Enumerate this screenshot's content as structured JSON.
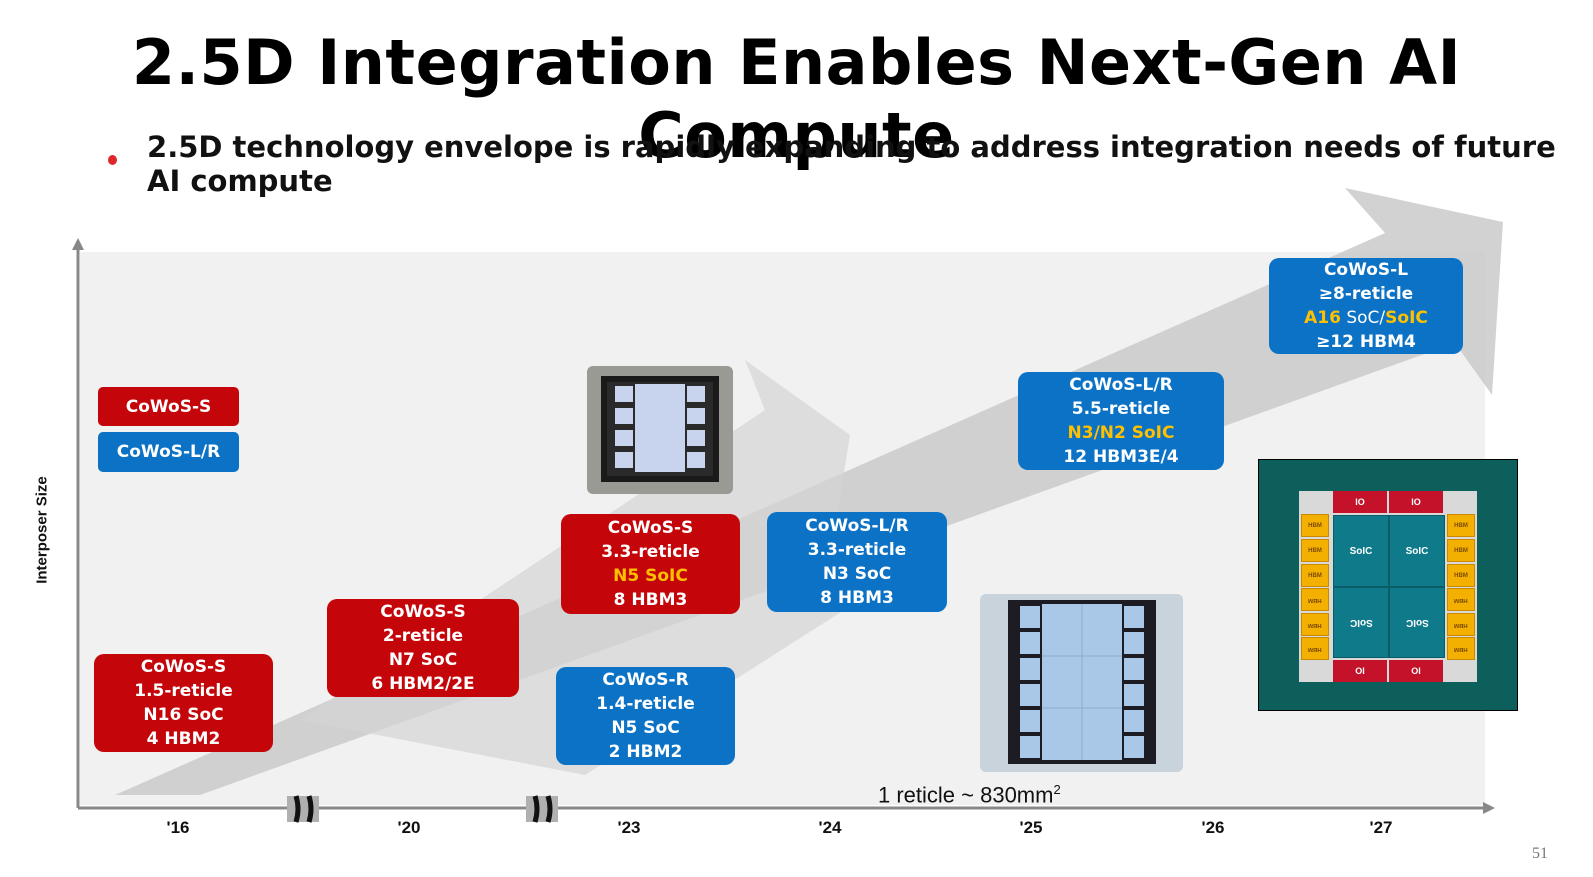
{
  "title": "2.5D Integration Enables Next-Gen AI Compute",
  "bullet": "2.5D technology envelope is rapidly expanding to address integration needs of future AI compute",
  "y_axis_label": "Interposer Size",
  "legend": {
    "cowos_s": "CoWoS-S",
    "cowos_lr": "CoWoS-L/R"
  },
  "x_ticks": [
    "'16",
    "'20",
    "'23",
    "'24",
    "'25",
    "'26",
    "'27"
  ],
  "reticle_note": {
    "text": "1 reticle ~ 830mm",
    "sup": "2"
  },
  "page_number": "51",
  "boxes": {
    "b16": [
      "CoWoS-S",
      "1.5-reticle",
      "N16 SoC",
      "4 HBM2"
    ],
    "b20": [
      "CoWoS-S",
      "2-reticle",
      "N7 SoC",
      "6 HBM2/2E"
    ],
    "b23s": [
      "CoWoS-S",
      "3.3-reticle",
      "N5 SoIC",
      "8 HBM3"
    ],
    "b23r": [
      "CoWoS-R",
      "1.4-reticle",
      "N5 SoC",
      "2 HBM2"
    ],
    "b24": [
      "CoWoS-L/R",
      "3.3-reticle",
      "N3 SoC",
      "8 HBM3"
    ],
    "b25": [
      "CoWoS-L/R",
      "5.5-reticle",
      "N3/N2 SoIC",
      "12 HBM3E/4"
    ],
    "b27": {
      "l1": "CoWoS-L",
      "l2": "≥8-reticle",
      "l3a": "A16",
      "l3b": " SoC/",
      "l3c": "SoIC",
      "l4": "≥12 HBM4"
    }
  },
  "floorplan": {
    "io": "IO",
    "oi": "OI",
    "soic": "SoIC",
    "soic_flipped": "SoIC",
    "hbm": "HBM"
  },
  "colors": {
    "red": "#c4060b",
    "blue": "#0b72c5",
    "highlight": "#ffc000",
    "arrow": "#cccccc",
    "floorplan_bg": "#0d5f5b"
  }
}
